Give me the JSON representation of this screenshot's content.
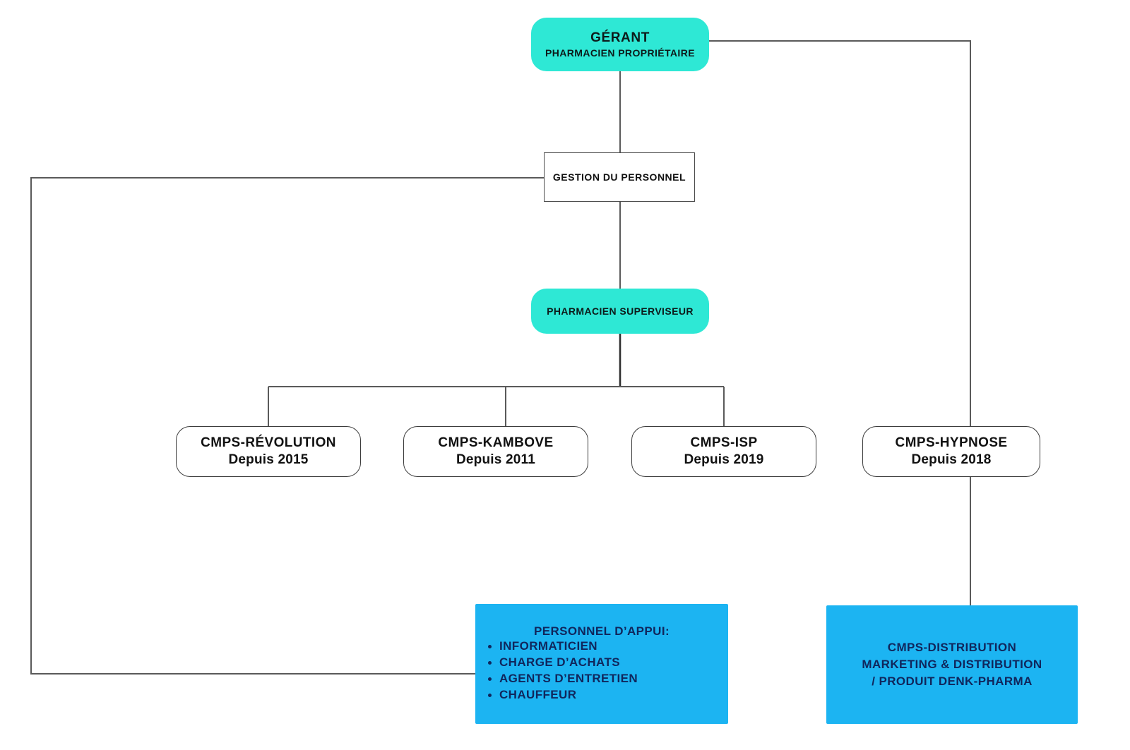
{
  "chart_data": {
    "type": "diagram",
    "title": "Organigramme CMPS",
    "nodes": [
      {
        "id": "gerant",
        "label": "GÉRANT",
        "sublabel": "PHARMACIEN PROPRIÉTAIRE",
        "style": "teal-pill"
      },
      {
        "id": "gestion",
        "label": "GESTION DU PERSONNEL",
        "style": "white-rect"
      },
      {
        "id": "superviseur",
        "label": "PHARMACIEN SUPERVISEUR",
        "style": "teal-pill"
      },
      {
        "id": "revolution",
        "label": "CMPS-RÉVOLUTION",
        "sublabel": "Depuis 2015",
        "style": "rounded-box"
      },
      {
        "id": "kambove",
        "label": "CMPS-KAMBOVE",
        "sublabel": "Depuis 2011",
        "style": "rounded-box"
      },
      {
        "id": "isp",
        "label": "CMPS-ISP",
        "sublabel": "Depuis 2019",
        "style": "rounded-box"
      },
      {
        "id": "hypnose",
        "label": "CMPS-HYPNOSE",
        "sublabel": "Depuis 2018",
        "style": "rounded-box"
      },
      {
        "id": "appui",
        "label": "PERSONNEL D’APPUI:",
        "style": "blue-panel"
      },
      {
        "id": "distribution",
        "label": "CMPS-DISTRIBUTION",
        "style": "blue-panel"
      }
    ],
    "edges": [
      {
        "from": "gerant",
        "to": "gestion"
      },
      {
        "from": "gestion",
        "to": "superviseur"
      },
      {
        "from": "superviseur",
        "to": "revolution"
      },
      {
        "from": "superviseur",
        "to": "kambove"
      },
      {
        "from": "superviseur",
        "to": "isp"
      },
      {
        "from": "gerant",
        "to": "hypnose"
      },
      {
        "from": "hypnose",
        "to": "distribution"
      },
      {
        "from": "gestion",
        "to": "appui"
      }
    ],
    "colors": {
      "teal": "#2EE8D5",
      "blue": "#1CB4F2",
      "line": "#555555",
      "text_dark": "#10265c"
    }
  },
  "nodes": {
    "gerant": {
      "title": "GÉRANT",
      "subtitle": "PHARMACIEN PROPRIÉTAIRE"
    },
    "gestion": {
      "title": "GESTION DU PERSONNEL"
    },
    "superviseur": {
      "title": "PHARMACIEN SUPERVISEUR"
    },
    "branches": [
      {
        "title": "CMPS-RÉVOLUTION",
        "since": "Depuis 2015"
      },
      {
        "title": "CMPS-KAMBOVE",
        "since": "Depuis 2011"
      },
      {
        "title": "CMPS-ISP",
        "since": "Depuis 2019"
      },
      {
        "title": "CMPS-HYPNOSE",
        "since": "Depuis 2018"
      }
    ],
    "support_panel": {
      "heading": "PERSONNEL D’APPUI:",
      "items": [
        "INFORMATICIEN",
        "CHARGE D’ACHATS",
        "AGENTS D’ENTRETIEN",
        "CHAUFFEUR"
      ]
    },
    "distribution_panel": {
      "line1": "CMPS-DISTRIBUTION",
      "line2": "MARKETING & DISTRIBUTION",
      "line3": "/ PRODUIT DENK-PHARMA"
    }
  }
}
